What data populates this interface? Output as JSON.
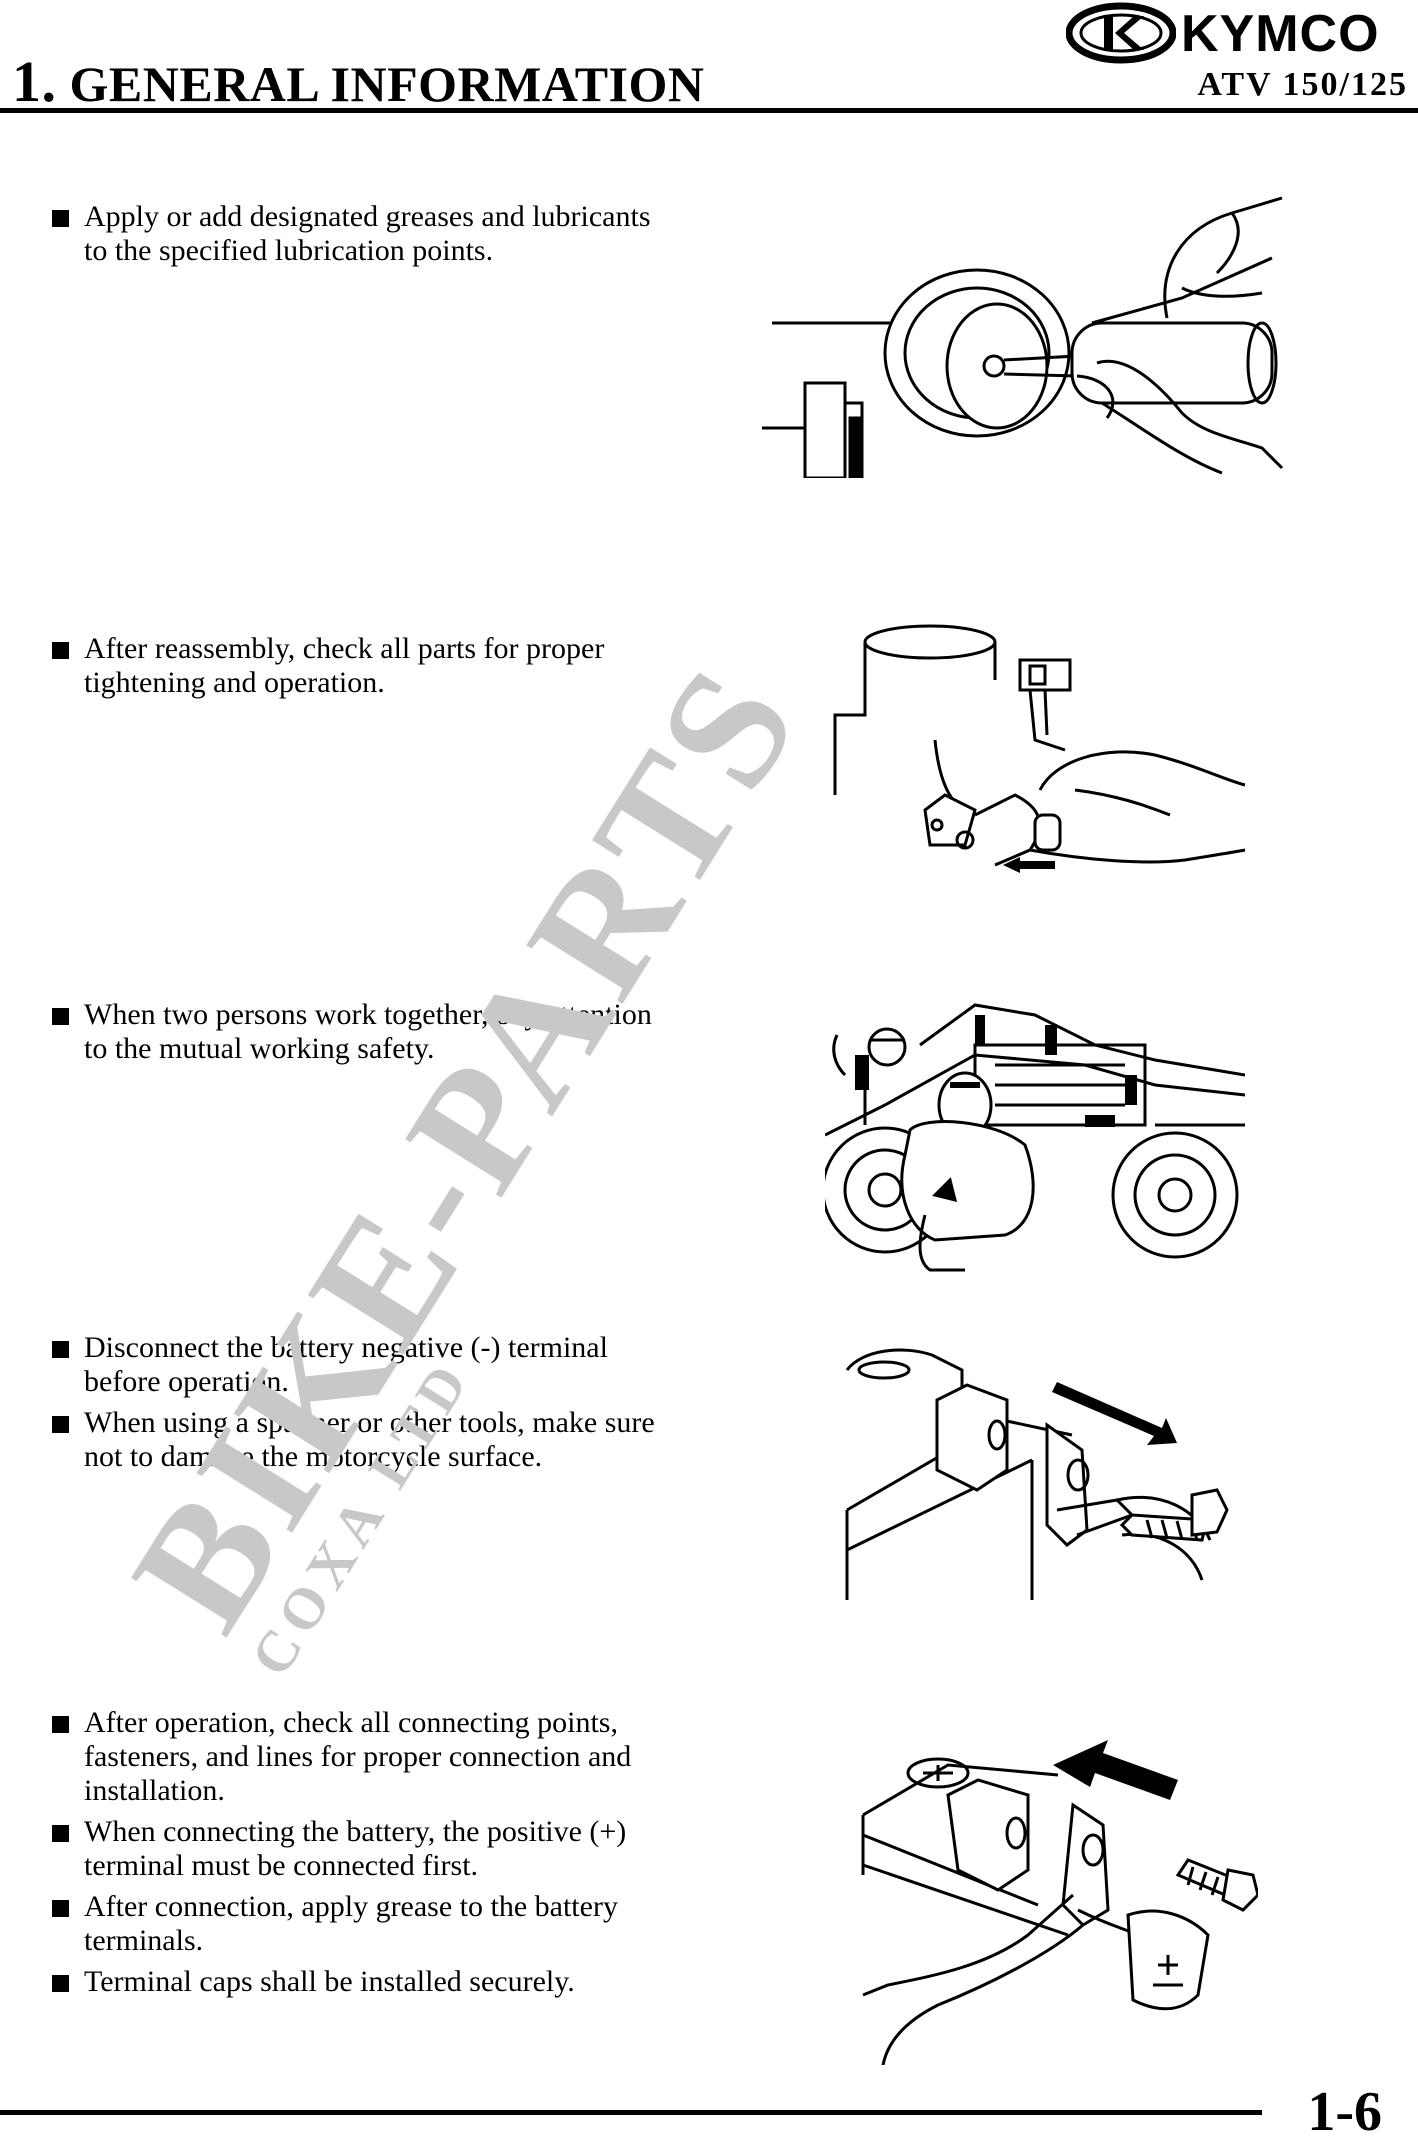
{
  "header": {
    "chapter_number": "1.",
    "chapter_title": "GENERAL INFORMATION",
    "logo_text": "KYMCO",
    "model": "ATV 150/125"
  },
  "sections": [
    {
      "bullets": [
        "Apply or add designated greases and lubricants to the specified lubrication points."
      ],
      "illustration": "grease-gun-lubrication-illustration"
    },
    {
      "bullets": [
        "After reassembly, check all parts for proper tightening and operation."
      ],
      "illustration": "carburetor-adjustment-illustration"
    },
    {
      "bullets": [
        "When two persons work together, pay attention to the mutual working safety."
      ],
      "illustration": "two-mechanics-atv-illustration"
    },
    {
      "bullets": [
        "Disconnect the battery negative (-) terminal before operation.",
        "When using a spanner or other tools, make sure not to damage the motorcycle surface."
      ],
      "illustration": "battery-terminal-disconnect-illustration"
    },
    {
      "bullets": [
        "After operation, check all connecting points, fasteners, and lines for proper connection and installation.",
        "When connecting the battery, the positive (+) terminal must be connected first.",
        "After connection, apply grease to the battery terminals.",
        "Terminal caps shall be installed securely."
      ],
      "illustration": "battery-terminal-connect-illustration"
    }
  ],
  "watermark": {
    "main": "BIKE-PARTS",
    "sub": "COXA LTD"
  },
  "footer": {
    "page_number": "1-6"
  },
  "colors": {
    "ink": "#000000",
    "watermark": "#c8c8c8"
  }
}
